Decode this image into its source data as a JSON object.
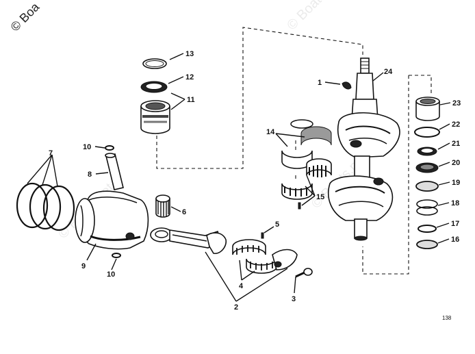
{
  "watermark": {
    "copyright_text": "© Boats.net",
    "partial_text": "© Boa",
    "faint_text": "© Boats.net"
  },
  "figure_number": "138",
  "callouts": {
    "c1": "1",
    "c2": "2",
    "c3": "3",
    "c4": "4",
    "c5": "5",
    "c6": "6",
    "c7": "7",
    "c8": "8",
    "c9": "9",
    "c10a": "10",
    "c10b": "10",
    "c11": "11",
    "c12": "12",
    "c13": "13",
    "c14": "14",
    "c15": "15",
    "c16": "16",
    "c17": "17",
    "c18": "18",
    "c19": "19",
    "c20": "20",
    "c21": "21",
    "c22": "22",
    "c23": "23",
    "c24": "24"
  },
  "colors": {
    "ink": "#111111",
    "background": "#ffffff"
  }
}
